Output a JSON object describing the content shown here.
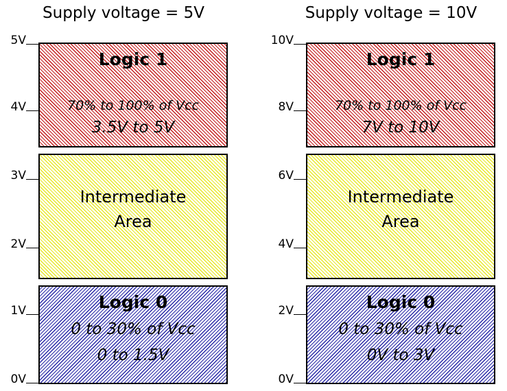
{
  "panels": [
    {
      "title": "Supply voltage = 5V",
      "ticks": [
        "5V",
        "4V",
        "3V",
        "2V",
        "1V",
        "0V"
      ],
      "logic1": {
        "heading": "Logic 1",
        "range_pct": "70% to 100% of Vcc",
        "range_v": "3.5V to 5V"
      },
      "intermediate": {
        "line1": "Intermediate",
        "line2": "Area"
      },
      "logic0": {
        "heading": "Logic 0",
        "range_pct": "0 to 30% of Vcc",
        "range_v": "0 to 1.5V"
      }
    },
    {
      "title": "Supply voltage = 10V",
      "ticks": [
        "10V",
        "8V",
        "6V",
        "4V",
        "2V",
        "0V"
      ],
      "logic1": {
        "heading": "Logic 1",
        "range_pct": "70% to 100% of Vcc",
        "range_v": "7V to 10V"
      },
      "intermediate": {
        "line1": "Intermediate",
        "line2": "Area"
      },
      "logic0": {
        "heading": "Logic 0",
        "range_pct": "0 to 30% of Vcc",
        "range_v": "0V to 3V"
      }
    }
  ],
  "colors": {
    "logic1_hatch": "#c41e1e",
    "intermediate_hatch": "#e8e82a",
    "logic0_hatch": "#2a2aa8"
  }
}
